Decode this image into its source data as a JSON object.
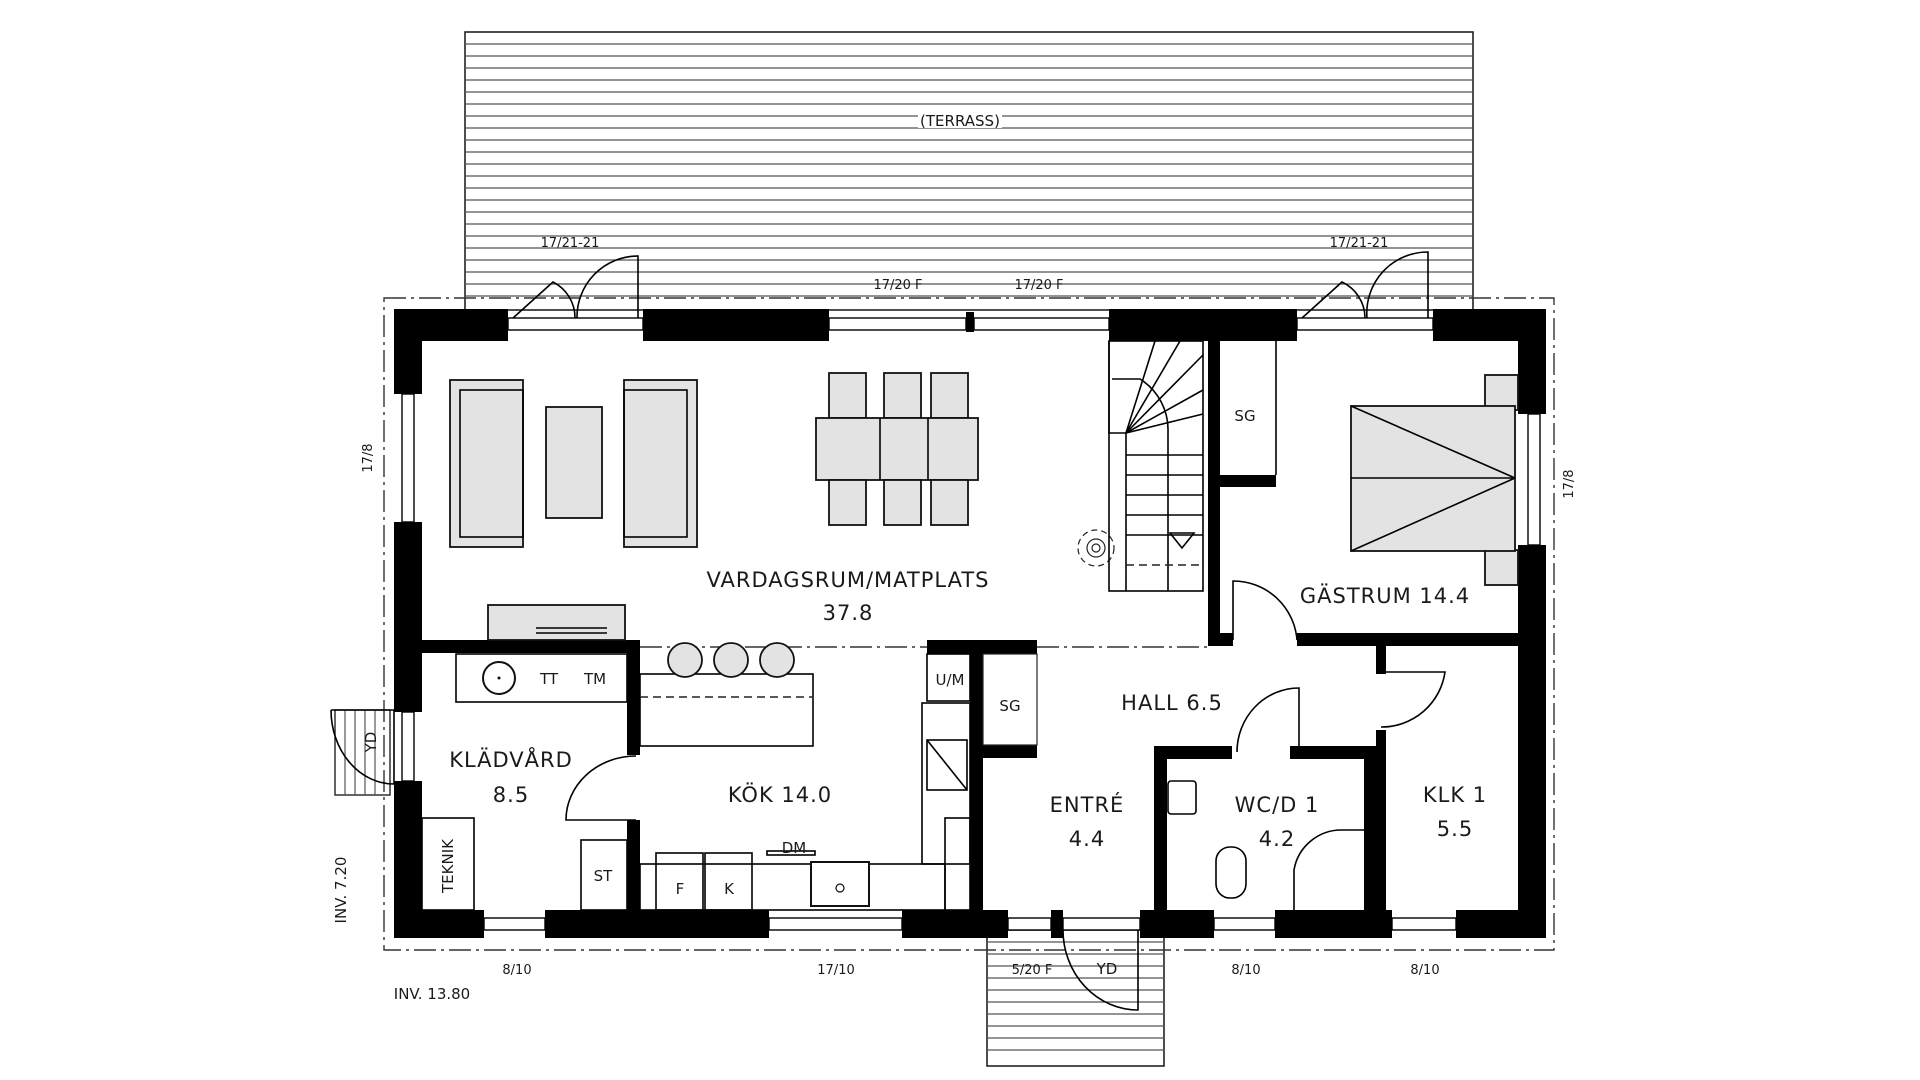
{
  "plan": {
    "terrace_label": "(TERRASS)",
    "rooms": {
      "living": {
        "name": "VARDAGSRUM/MATPLATS",
        "area": "37.8"
      },
      "guest": {
        "name": "GÄSTRUM",
        "area": "14.4",
        "label": "GÄSTRUM 14.4"
      },
      "laundry": {
        "name": "KLÄDVÅRD",
        "area": "8.5"
      },
      "kitchen": {
        "name": "KÖK",
        "area": "14.0",
        "label": "KÖK 14.0"
      },
      "hall": {
        "name": "HALL",
        "area": "6.5",
        "label": "HALL 6.5"
      },
      "entry": {
        "name": "ENTRÉ",
        "area": "4.4"
      },
      "wc": {
        "name": "WC/D 1",
        "area": "4.2"
      },
      "closet": {
        "name": "KLK 1",
        "area": "5.5"
      }
    },
    "fixtures": {
      "sg_guest": "SG",
      "sg_hall": "SG",
      "tt": "TT",
      "tm": "TM",
      "teknik": "TEKNIK",
      "st": "ST",
      "f": "F",
      "k": "K",
      "dm": "DM",
      "um": "U/M",
      "yd_west": "YD",
      "yd_south": "YD"
    },
    "dimensions": {
      "door_terrace_left": "17/21-21",
      "door_terrace_right": "17/21-21",
      "window_top_1": "17/20 F",
      "window_top_2": "17/20 F",
      "window_west": "17/8",
      "window_east": "17/8",
      "window_bottom_1": "8/10",
      "window_bottom_2": "17/10",
      "window_bottom_entry": "5/20 F",
      "window_bottom_3": "8/10",
      "window_bottom_4": "8/10",
      "inv_vertical": "INV. 7.20",
      "inv_horizontal": "INV. 13.80"
    }
  }
}
